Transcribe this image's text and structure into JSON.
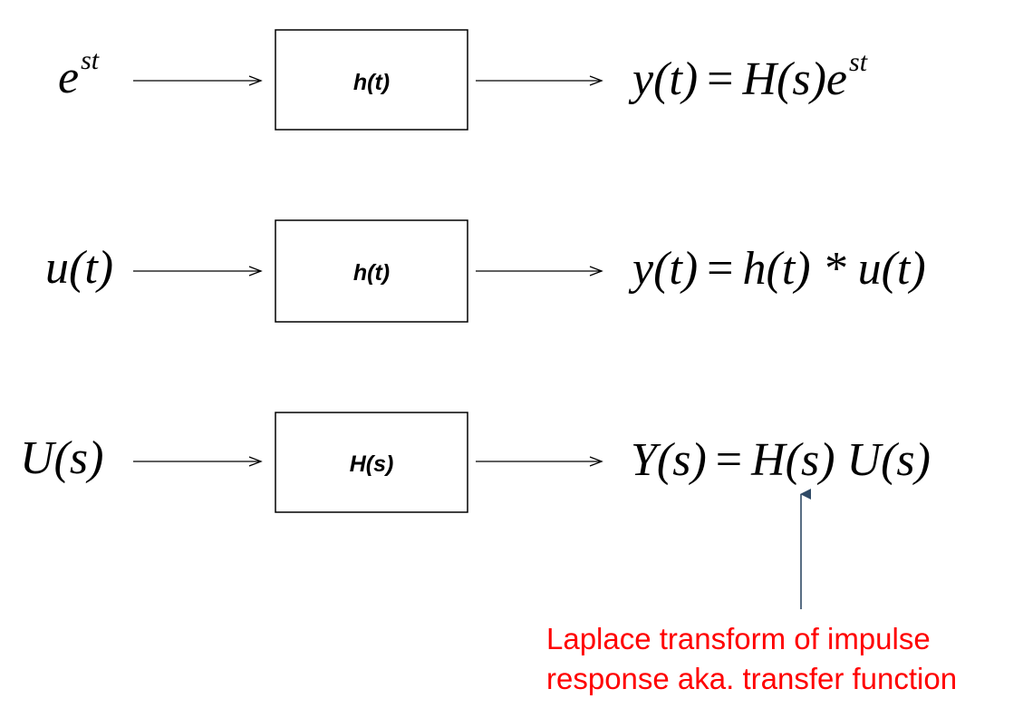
{
  "rows": [
    {
      "input": {
        "base": "e",
        "sup": "st"
      },
      "block": "h(t)",
      "output": {
        "lhs": "y(t)",
        "eq": "=",
        "rhs_main": "H(s)e",
        "rhs_sup": "st"
      }
    },
    {
      "input": {
        "base": "u(t)"
      },
      "block": "h(t)",
      "output": {
        "lhs": "y(t)",
        "eq": "=",
        "rhs_main": "h(t) * u(t)"
      }
    },
    {
      "input": {
        "base": "U(s)"
      },
      "block": "H(s)",
      "output": {
        "lhs": "Y(s)",
        "eq": "=",
        "rhs_main": "H(s) U(s)"
      }
    }
  ],
  "annotation": {
    "line1": "Laplace transform of impulse",
    "line2": "response aka. transfer function",
    "color": "#ff0000",
    "arrow_color": "#2f4a66"
  }
}
